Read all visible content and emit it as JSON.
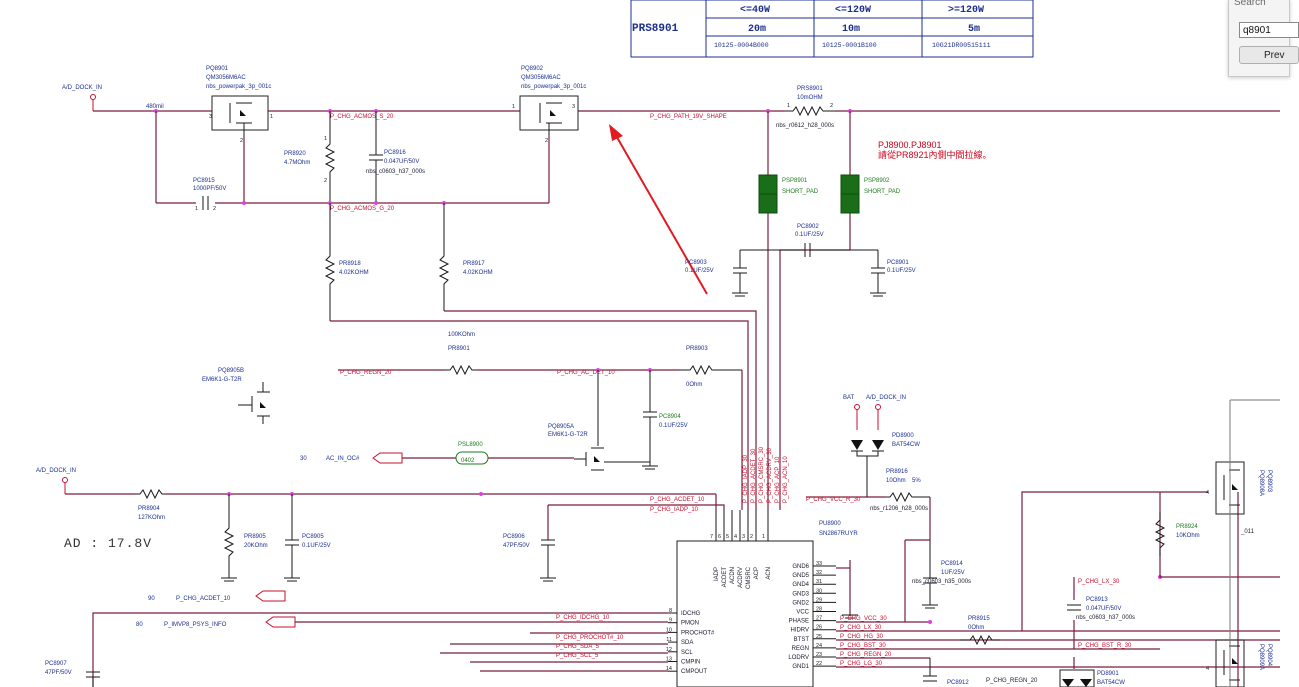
{
  "table": {
    "name": "PRS8901",
    "headers": [
      "<=40W",
      "<=120W",
      ">=120W"
    ],
    "values": [
      "20m",
      "10m",
      "5m"
    ],
    "parts": [
      "10125-0004B000",
      "10125-0001B100",
      "10G21DR00515111"
    ]
  },
  "search": {
    "label": "Search",
    "value": "q8901",
    "prev_label": "Prev"
  },
  "annotation": {
    "line1": "PJ8900.PJ8901",
    "line2": "請從PR8921內側中間拉線。"
  },
  "readout": "AD : 17.8V",
  "nets": {
    "ad_dock_in": "A/D_DOCK_IN",
    "acmos_s": "P_CHG_ACMOS_S_20",
    "acmos_g": "P_CHG_ACMOS_G_20",
    "path_19v": "P_CHG_PATH_19V_SHAPE",
    "regn": "P_CHG_REGN_20",
    "ac_det": "P_CHG_AC_DET_10",
    "ac_in_oc": "AC_IN_OC#",
    "acdet": "P_CHG_ACDET_10",
    "iadp": "P_CHG_IADP_10",
    "imvp8": "P_IMVP8_PSYS_INFO",
    "idchg": "P_CHG_IDCHG_10",
    "prochot": "P_CHG_PROCHOT#_10",
    "sda": "P_CHG_SDA_5",
    "scl": "P_CHG_SCL_5",
    "vcc": "P_CHG_VCC_R_30",
    "vcc2": "P_CHG_VCC_30",
    "lx": "P_CHG_LX_30",
    "hg": "P_CHG_HG_30",
    "bst": "P_CHG_BST_30",
    "regn2": "P_CHG_REGN_20",
    "lg": "P_CHG_LG_30",
    "bst_r": "P_CHG_BST_R_30",
    "lx2": "P_CHG_LX_30",
    "bat": "BAT",
    "vert": [
      "P_CHG_IADP_30",
      "P_CHG_ACDET_30",
      "P_CHG_CMSRC_30",
      "P_CHG_ACDRV_30",
      "P_CHG_ACP_10",
      "P_CHG_ACN_10"
    ]
  },
  "labels": {
    "w480": "480mil",
    "pq8901": [
      "PQ8901",
      "QM3056M6AC",
      "nbs_powerpak_3p_001c"
    ],
    "pq8902": [
      "PQ8902",
      "QM3056M6AC",
      "nbs_powerpak_3p_001c"
    ],
    "prs8901": [
      "PRS8901",
      "10mOHM",
      "nbs_r0612_h28_000s"
    ],
    "pr8920": [
      "PR8920",
      "4.7MOhm"
    ],
    "pc8916": [
      "PC8916",
      "0.047UF/50V",
      "nbs_c0603_h37_000s"
    ],
    "pc8915": [
      "PC8915",
      "1000PF/50V"
    ],
    "psp8901": [
      "PSP8901",
      "SHORT_PAD"
    ],
    "psp8902": [
      "PSP8902",
      "SHORT_PAD"
    ],
    "pc8902": [
      "PC8902",
      "0.1UF/25V"
    ],
    "pc8903": [
      "PC8903",
      "0.1UF/25V"
    ],
    "pc8901": [
      "PC8901",
      "0.1UF/25V"
    ],
    "pr8918": [
      "PR8918",
      "4.02KOHM"
    ],
    "pr8917": [
      "PR8917",
      "4.02KOHM"
    ],
    "r100k": "100KOhm",
    "pr8901": "PR8901",
    "pr8903": [
      "PR8903",
      "0Ohm"
    ],
    "pq8905b": [
      "PQ8905B",
      "EM6K1-G-T2R"
    ],
    "pc8904": [
      "PC8904",
      "0.1UF/25V"
    ],
    "pq8905a": [
      "PQ8905A",
      "EM6K1-G-T2R"
    ],
    "psl8900": [
      "PSL8900",
      "0402"
    ],
    "pr8904": [
      "PR8904",
      "127KOhm"
    ],
    "pr8905": [
      "PR8905",
      "20KOhm"
    ],
    "pc8905": [
      "PC8905",
      "0.1UF/25V"
    ],
    "pc8906": [
      "PC8906",
      "47PF/50V"
    ],
    "pc8907": [
      "PC8907",
      "47PF/50V"
    ],
    "pd8900": [
      "PD8900",
      "BAT54CW"
    ],
    "pr8916": [
      "PR8916",
      "10Ohm",
      "5%",
      "nbs_r1206_h28_000s"
    ],
    "pu8900": [
      "PU8900",
      "SN2867RUYR"
    ],
    "pc8914": [
      "PC8914",
      "1UF/25V",
      "nbs_c0603_h35_000s"
    ],
    "pr8915": [
      "PR8915",
      "0Ohm"
    ],
    "pr8924": [
      "PR8924",
      "10KOhm"
    ],
    "pc8913": [
      "PC8913",
      "0.047UF/50V",
      "nbs_c0603_h37_000s"
    ],
    "pd8901": [
      "PD8901",
      "BAT54CW"
    ],
    "pc8912": "PC8912",
    "pq8903": [
      "PQ8903",
      "PQ8908A"
    ],
    "pqs904": [
      "PQ8904",
      "PQ8909A"
    ],
    "p90": "90",
    "p80": "80",
    "p30": "30",
    "bp011": "_011"
  },
  "ic": {
    "left_pins": [
      "IDCHG",
      "PMON",
      "PROCHOT#",
      "SDA",
      "SCL",
      "CMPIN",
      "CMPOUT"
    ],
    "left_nums": [
      "8",
      "9",
      "10",
      "11",
      "12",
      "13",
      "14"
    ],
    "right_pins": [
      "GND6",
      "GND5",
      "GND4",
      "GND3",
      "GND2",
      "VCC",
      "PHASE",
      "HIDRV",
      "BTST",
      "REGN",
      "LODRV",
      "GND1"
    ],
    "right_nums": [
      "33",
      "32",
      "31",
      "30",
      "29",
      "28",
      "27",
      "26",
      "25",
      "24",
      "23",
      "22"
    ],
    "top_pins": [
      "IADP",
      "ACDET",
      "ACDN",
      "ACDRV",
      "CMSRC",
      "ACP",
      "ACN"
    ],
    "top_nums": [
      "7",
      "6",
      "5",
      "4",
      "3",
      "2",
      "1"
    ]
  }
}
